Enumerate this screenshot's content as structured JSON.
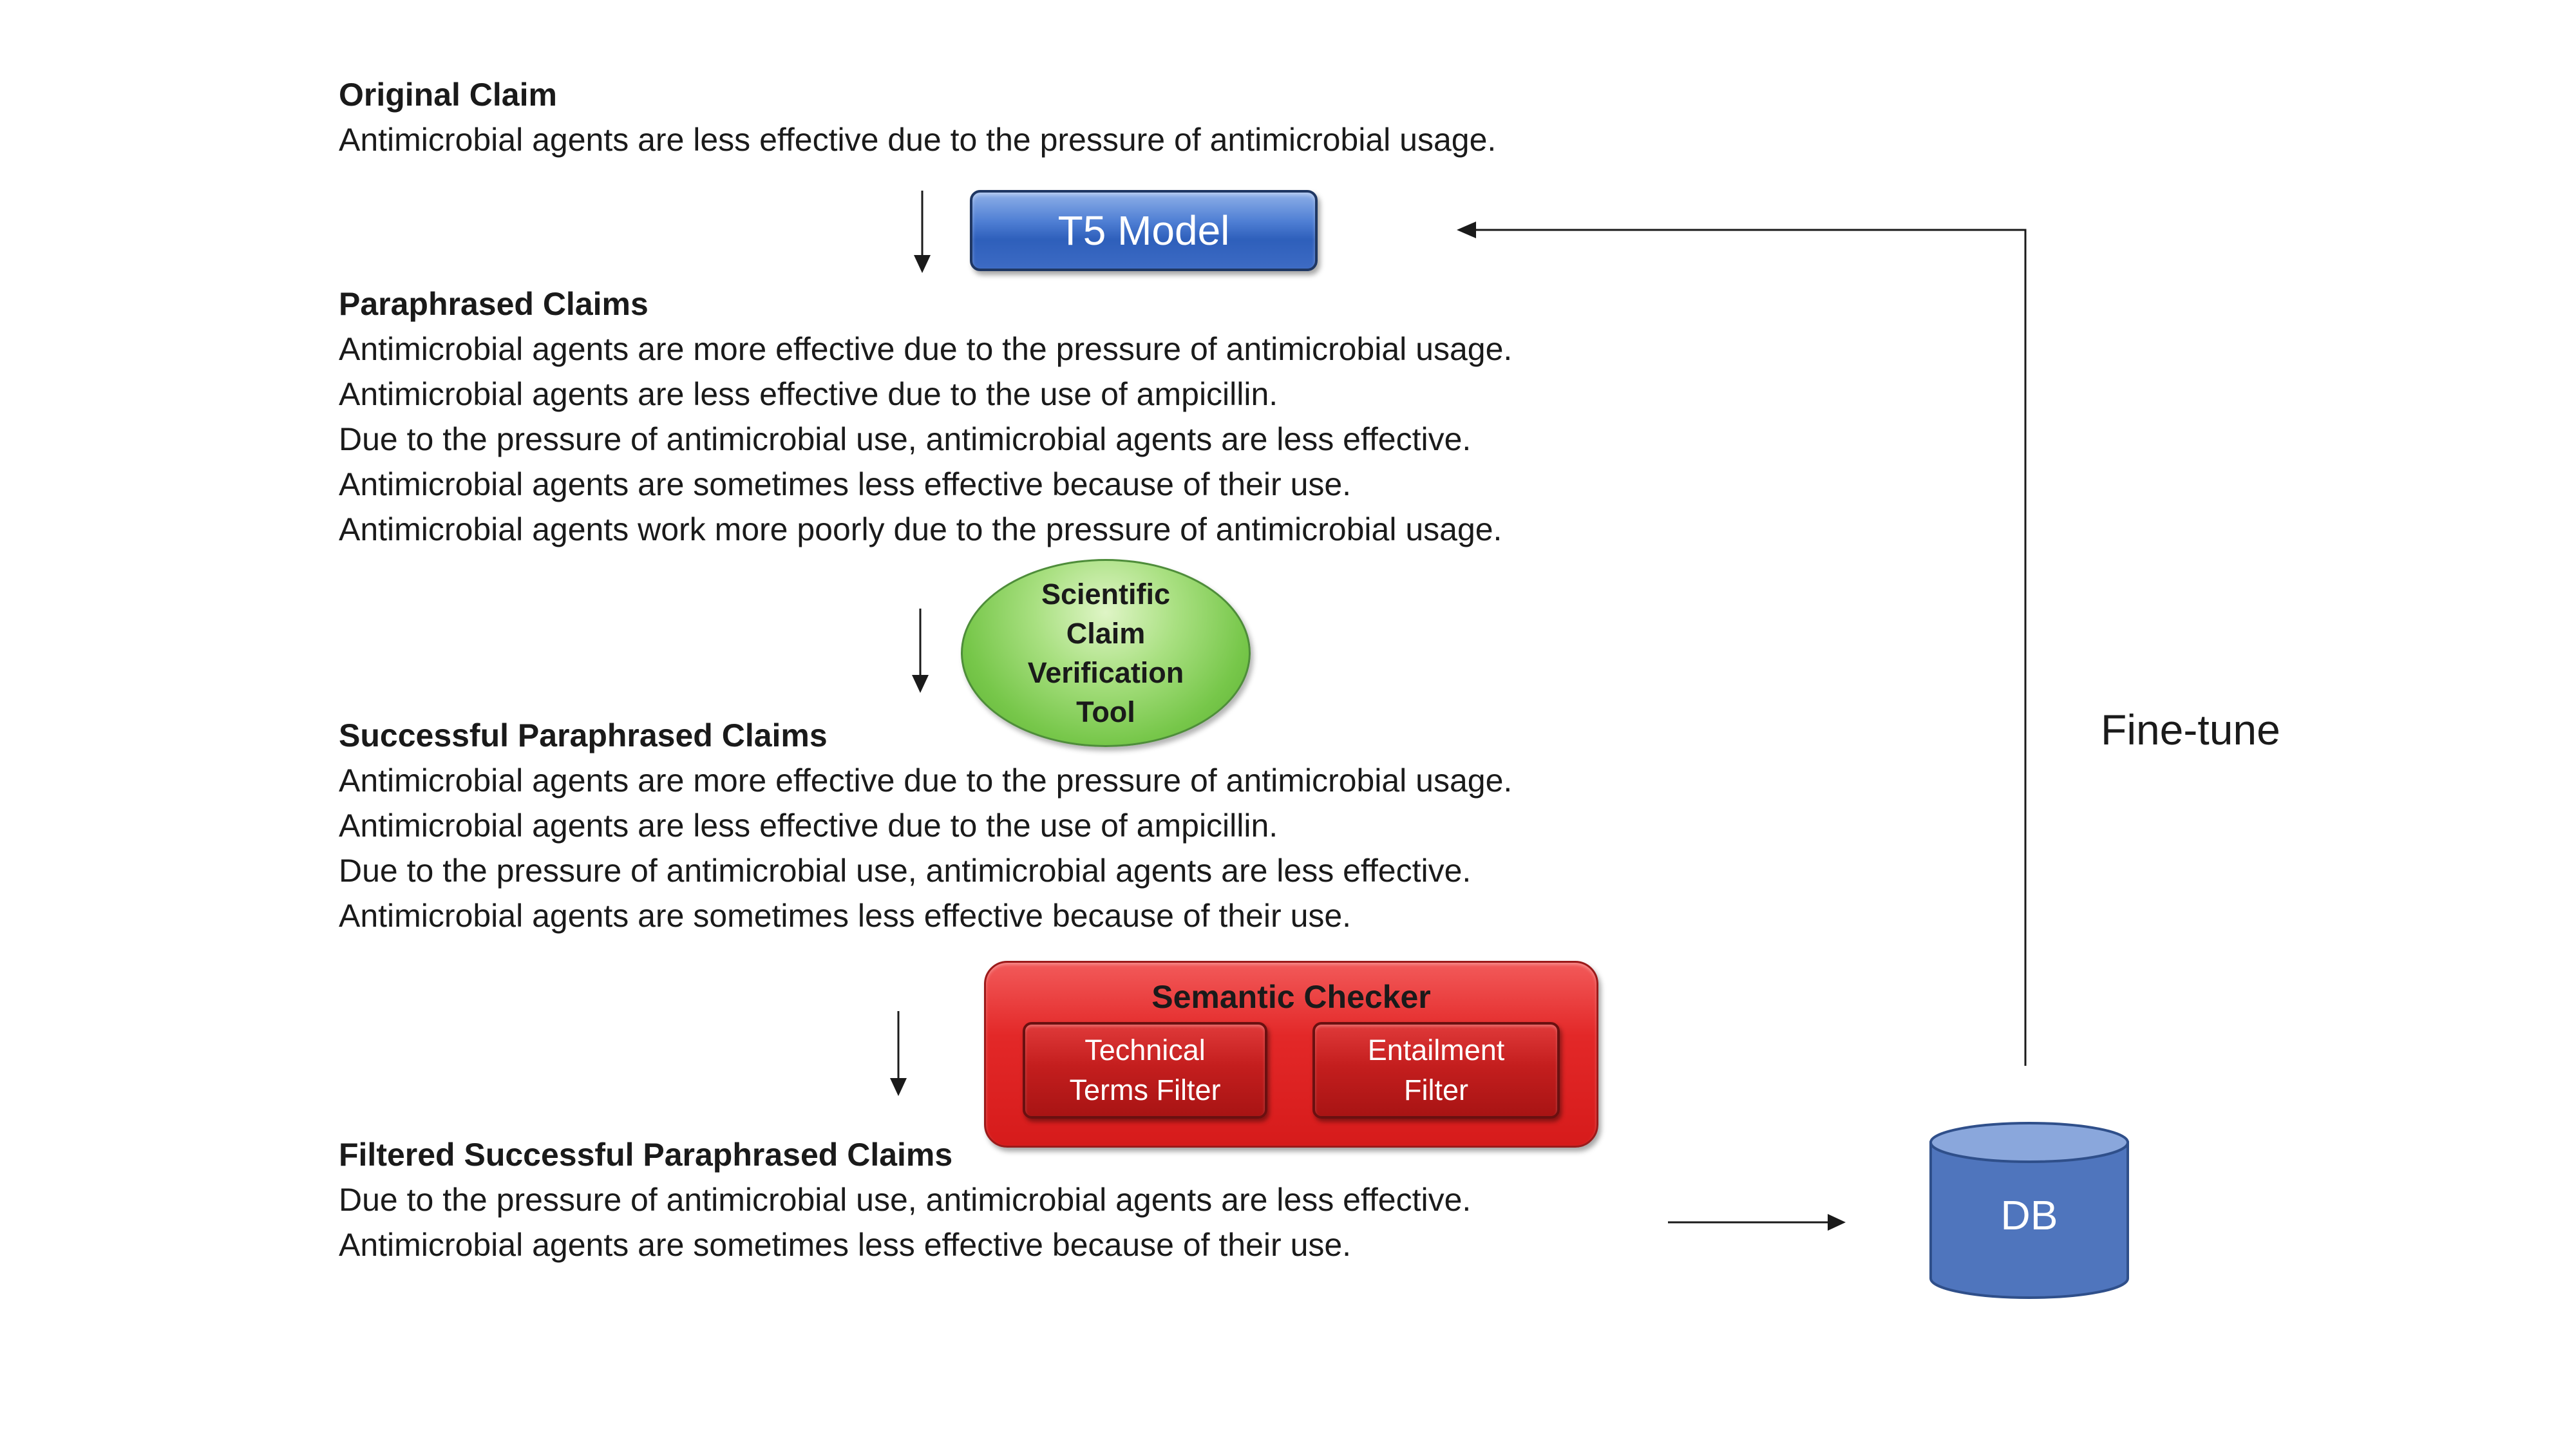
{
  "original": {
    "heading": "Original Claim",
    "lines": [
      "Antimicrobial agents are less effective due to the pressure of antimicrobial usage."
    ]
  },
  "t5_model": {
    "label": "T5 Model"
  },
  "paraphrased": {
    "heading": "Paraphrased Claims",
    "lines": [
      "Antimicrobial agents are more effective due to the pressure of antimicrobial usage.",
      "Antimicrobial agents are less effective due to the use of ampicillin.",
      "Due to the pressure of antimicrobial use, antimicrobial agents are less effective.",
      "Antimicrobial agents are sometimes less effective because of their use.",
      "Antimicrobial agents work more poorly due to the pressure of antimicrobial usage."
    ]
  },
  "verification_tool": {
    "lines": [
      "Scientific",
      "Claim",
      "Verification",
      "Tool"
    ]
  },
  "successful": {
    "heading": "Successful Paraphrased Claims",
    "lines": [
      "Antimicrobial agents are more effective due to the pressure of antimicrobial usage.",
      "Antimicrobial agents are less effective due to the use of ampicillin.",
      "Due to the pressure of antimicrobial use, antimicrobial agents are less effective.",
      "Antimicrobial agents are sometimes less effective because of their use."
    ]
  },
  "semantic_checker": {
    "title": "Semantic Checker",
    "technical_filter": [
      "Technical",
      "Terms Filter"
    ],
    "entailment_filter": [
      "Entailment",
      "Filter"
    ]
  },
  "filtered": {
    "heading": "Filtered Successful Paraphrased Claims",
    "lines": [
      "Due to the pressure of antimicrobial use, antimicrobial agents are less effective.",
      "Antimicrobial agents are sometimes less effective because of their use."
    ]
  },
  "db": {
    "label": "DB"
  },
  "feedback": {
    "label": "Fine-tune"
  },
  "colors": {
    "t5_blue": "#4f7fd4",
    "verification_green": "#77c74a",
    "semantic_red": "#e32828",
    "db_blue": "#4f75bd"
  }
}
